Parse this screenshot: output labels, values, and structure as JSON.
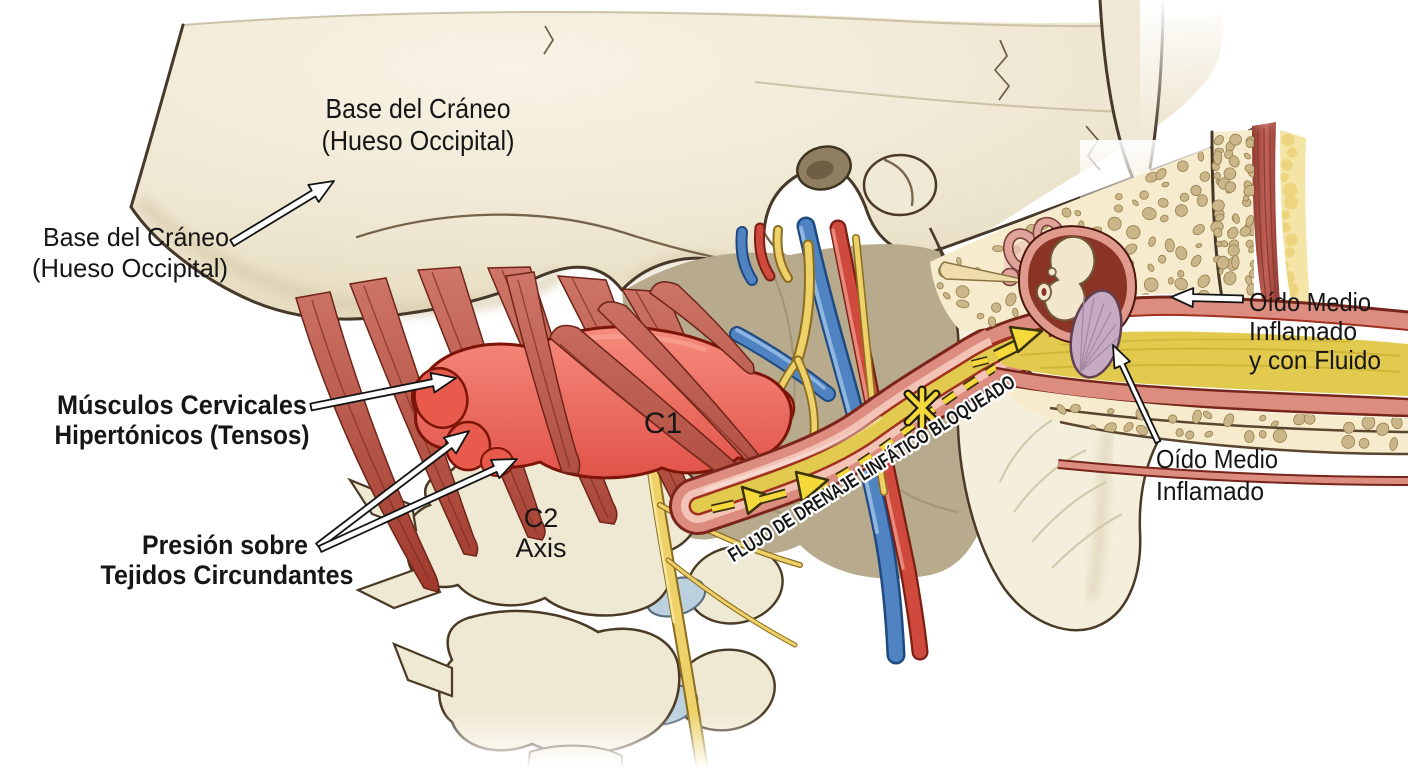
{
  "illustration": {
    "labels": {
      "base_top": {
        "lines": [
          "Base del Cráneo",
          "(Hueso Occipital)"
        ]
      },
      "base_left": {
        "lines": [
          "Base del Cráneo",
          "(Hueso Occipital)"
        ]
      },
      "musculos": {
        "lines": [
          "Músculos Cervicales",
          "Hipertónicos (Tensos)"
        ]
      },
      "presion": {
        "lines": [
          "Presión sobre",
          "Tejidos Circundantes"
        ]
      },
      "c1": "C1",
      "c2": {
        "lines": [
          "C2",
          "Axis"
        ]
      },
      "flujo": "FLUJO DE DRENAJE LINFÁTICO BLOQUEADO",
      "oido_fluido": {
        "lines": [
          "Oído Medio",
          "Inflamado",
          "y con Fluido"
        ]
      },
      "oido_inflamado": {
        "lines": [
          "Oído Medio",
          "Inflamado"
        ]
      }
    },
    "colors": {
      "bone": "#f2ecdb",
      "bone_outline": "#46392a",
      "deep_tissue": "#b7aa8d",
      "muscle": "#b2493a",
      "c1_vertebra": "#ee695b",
      "nerve": "#eed168",
      "vein": "#4f83c2",
      "artery": "#cf4a3c",
      "tube_wall": "#dd8d80",
      "fluid": "#e2ca4e",
      "flow_arrow": "#f5d83a",
      "middle_ear": "#8a3426",
      "eardrum": "#c6aac2",
      "spongy_bone": "#f6eccd",
      "pebble": "#cbb68a",
      "label_text": "#161616",
      "annotation_arrow_fill": "#ffffff"
    }
  }
}
